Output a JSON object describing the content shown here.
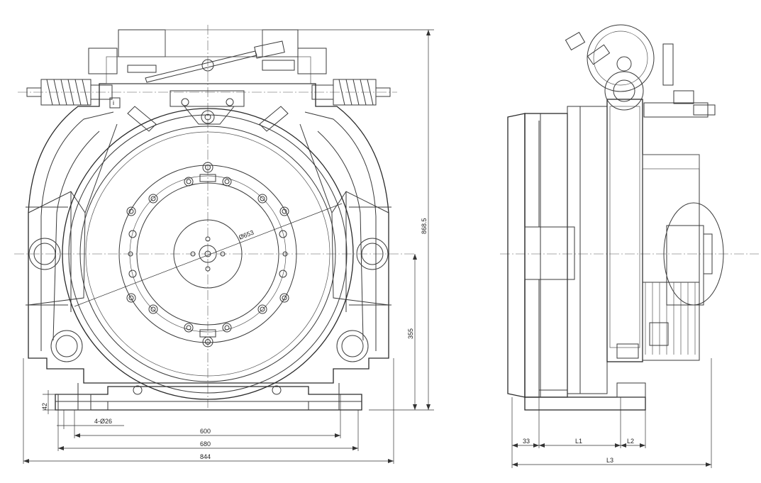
{
  "front_view": {
    "dim_overall_height": "868.5",
    "dim_shaft_height": "355",
    "dim_base_thickness": "42",
    "dim_holes": "4-Ø26",
    "dim_hole_spacing": "600",
    "dim_base_inner": "680",
    "dim_base_width": "844",
    "dim_sheave_diameter": "Ø653",
    "label_i": "i"
  },
  "side_view": {
    "dim_33": "33",
    "dim_l1": "L1",
    "dim_l2": "L2",
    "dim_l3": "L3"
  },
  "colors": {
    "line": "#3a3a3a",
    "background": "#ffffff"
  }
}
